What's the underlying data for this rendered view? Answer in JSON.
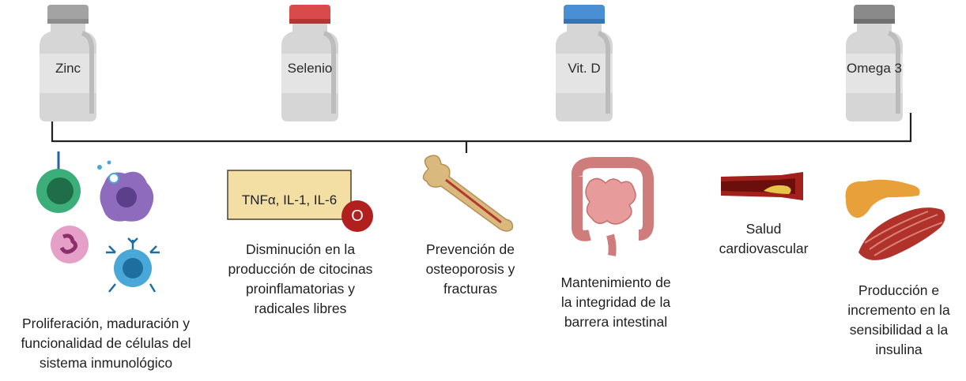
{
  "supplements": [
    {
      "name": "Zinc",
      "cap": "#a3a3a3",
      "icon": "white-bottle-icon"
    },
    {
      "name": "Selenio",
      "cap": "#d94a4a",
      "icon": "white-bottle-red-cap-icon"
    },
    {
      "name": "Vit. D",
      "cap": "#4a8fd4",
      "icon": "white-bottle-blue-cap-icon"
    },
    {
      "name": "Omega 3",
      "cap": "#8a8a8a",
      "icon": "white-bottle-grey-cap-icon"
    }
  ],
  "box": {
    "label": "TNFα, IL-1, IL-6",
    "badge": "O"
  },
  "effects": [
    {
      "lines": [
        "Proliferación, maduración y",
        "funcionalidad de células del",
        "sistema inmunológico"
      ]
    },
    {
      "lines": [
        "Disminución en la",
        "producción de citocinas",
        "proinflamatorias y",
        "radicales libres"
      ]
    },
    {
      "lines": [
        "Prevención de",
        "osteoporosis y",
        "fracturas"
      ]
    },
    {
      "lines": [
        "Mantenimiento de",
        "la integridad de la",
        "barrera intestinal"
      ]
    },
    {
      "lines": [
        "Salud",
        "cardiovascular"
      ]
    },
    {
      "lines": [
        "Producción e",
        "incremento en la",
        "sensibilidad a la",
        "insulina"
      ]
    }
  ],
  "colors": {
    "bracket": "#222222",
    "box_fill": "#f3dfa4",
    "box_border": "#4a4030",
    "badge": "#b11f1f",
    "immune_green": "#3cae7a",
    "immune_purple": "#8e6bbd",
    "immune_pink": "#e6a0c8",
    "immune_blue": "#4aa8d8",
    "bone": "#d9b97e",
    "intestine": "#e79b9b",
    "artery": "#a3201c",
    "pancreas": "#e8a13a",
    "muscle": "#b0322b"
  }
}
